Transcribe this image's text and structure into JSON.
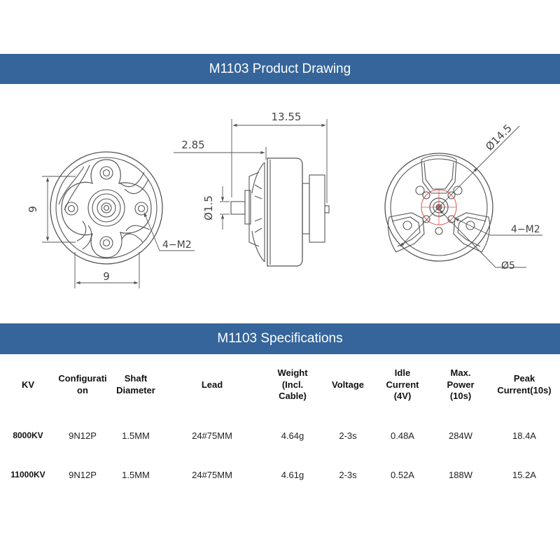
{
  "drawing": {
    "title": "M1103 Product Drawing",
    "front_view": {
      "height_dim": "9",
      "width_dim": "9",
      "hole_label": "4−M2"
    },
    "side_view": {
      "length_dim": "13.55",
      "shaft_length_dim": "2.85",
      "shaft_dia_dim": "Ø1.5"
    },
    "rear_view": {
      "outer_dia_dim": "Ø14.5",
      "hole_label": "4−M2",
      "bolt_circle_dim": "Ø5"
    }
  },
  "specs": {
    "title": "M1103 Specifications",
    "columns": [
      "KV",
      "Configuration",
      "Shaft Diameter",
      "Lead",
      "Weight (Incl. Cable)",
      "Voltage",
      "Idle Current (4V)",
      "Max. Power (10s)",
      "Peak Current(10s)"
    ],
    "header_lines": [
      [
        "KV"
      ],
      [
        "Configurati",
        "on"
      ],
      [
        "Shaft",
        "Diameter"
      ],
      [
        "Lead"
      ],
      [
        "Weight",
        "(Incl.",
        "Cable)"
      ],
      [
        "Voltage"
      ],
      [
        "Idle",
        "Current",
        "(4V)"
      ],
      [
        "Max.",
        "Power",
        "(10s)"
      ],
      [
        "Peak",
        "Current(10s)"
      ]
    ],
    "rows": [
      [
        "8000KV",
        "9N12P",
        "1.5MM",
        "24#75MM",
        "4.64g",
        "2-3s",
        "0.48A",
        "284W",
        "18.4A"
      ],
      [
        "11000KV",
        "9N12P",
        "1.5MM",
        "24#75MM",
        "4.61g",
        "2-3s",
        "0.52A",
        "188W",
        "15.2A"
      ]
    ]
  }
}
